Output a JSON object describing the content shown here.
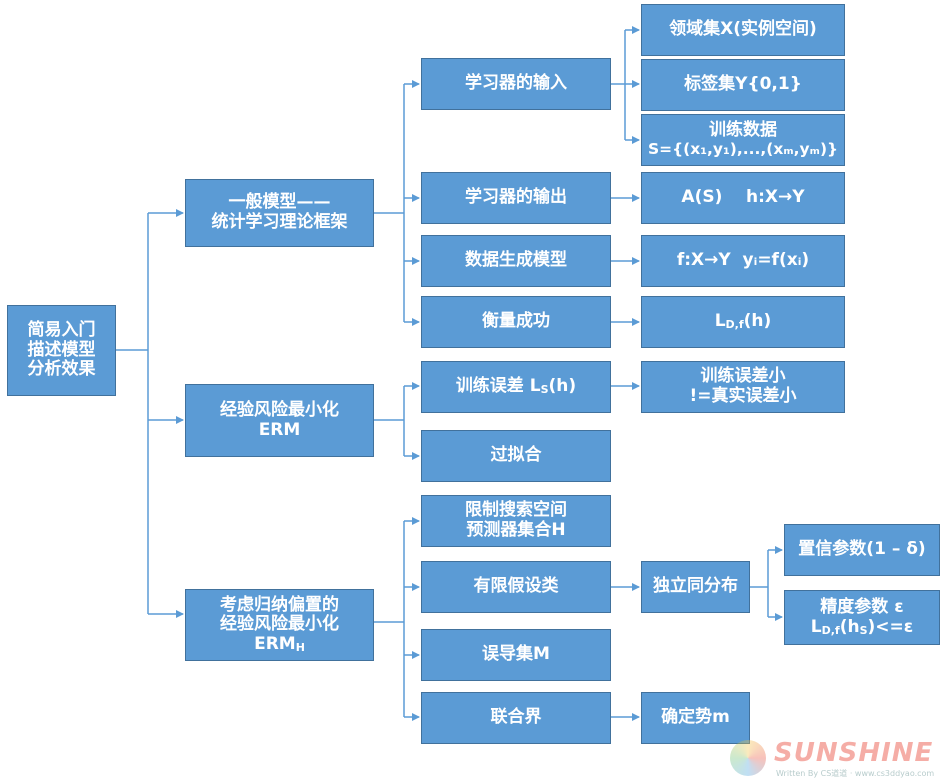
{
  "nodes": {
    "root": [
      "简易入门",
      "描述模型",
      "分析效果"
    ],
    "general_model": [
      "一般模型——",
      "统计学习理论框架"
    ],
    "erm": [
      "经验风险最小化",
      "ERM"
    ],
    "erm_h_line1": "考虑归纳偏置的",
    "erm_h_line2": "经验风险最小化",
    "erm_h_line3": "ERM",
    "erm_h_sub": "H",
    "learner_input": "学习器的输入",
    "learner_output": "学习器的输出",
    "data_gen": "数据生成模型",
    "measure_success": "衡量成功",
    "domain_set": "领域集X(实例空间)",
    "label_set": "标签集Y{0,1}",
    "train_data_title": "训练数据",
    "train_data_formula": "S={(x₁,y₁),...,(xₘ,yₘ)}",
    "output_val": "A(S)    h:X→Y",
    "gen_val": "f:X→Y  yᵢ=f(xᵢ)",
    "loss_L": "L",
    "loss_sub": "D,f",
    "loss_h": "(h)",
    "train_error": "训练误差 L",
    "train_error_sub": "S",
    "train_error_h": "(h)",
    "overfit": "过拟合",
    "train_error_note": [
      "训练误差小",
      "!=真实误差小"
    ],
    "restrict_space": [
      "限制搜索空间",
      "预测器集合H"
    ],
    "finite_hyp": "有限假设类",
    "misleading": "误导集M",
    "union_bound": "联合界",
    "iid": "独立同分布",
    "confidence": "置信参数(1 – δ)",
    "accuracy_title": "精度参数 ε",
    "accuracy_L": "L",
    "accuracy_sub1": "D,f",
    "accuracy_mid": "(h",
    "accuracy_sub2": "S",
    "accuracy_end": ")<=ε",
    "determine_m": "确定势m"
  },
  "watermark": {
    "brand": "SUNSHINE",
    "caption": "Written By CS道道 · www.cs3ddyao.com"
  },
  "colors": {
    "node_fill": "#5b9bd5",
    "node_border": "#41719c",
    "connector": "#5b9bd5",
    "text": "#ffffff"
  }
}
